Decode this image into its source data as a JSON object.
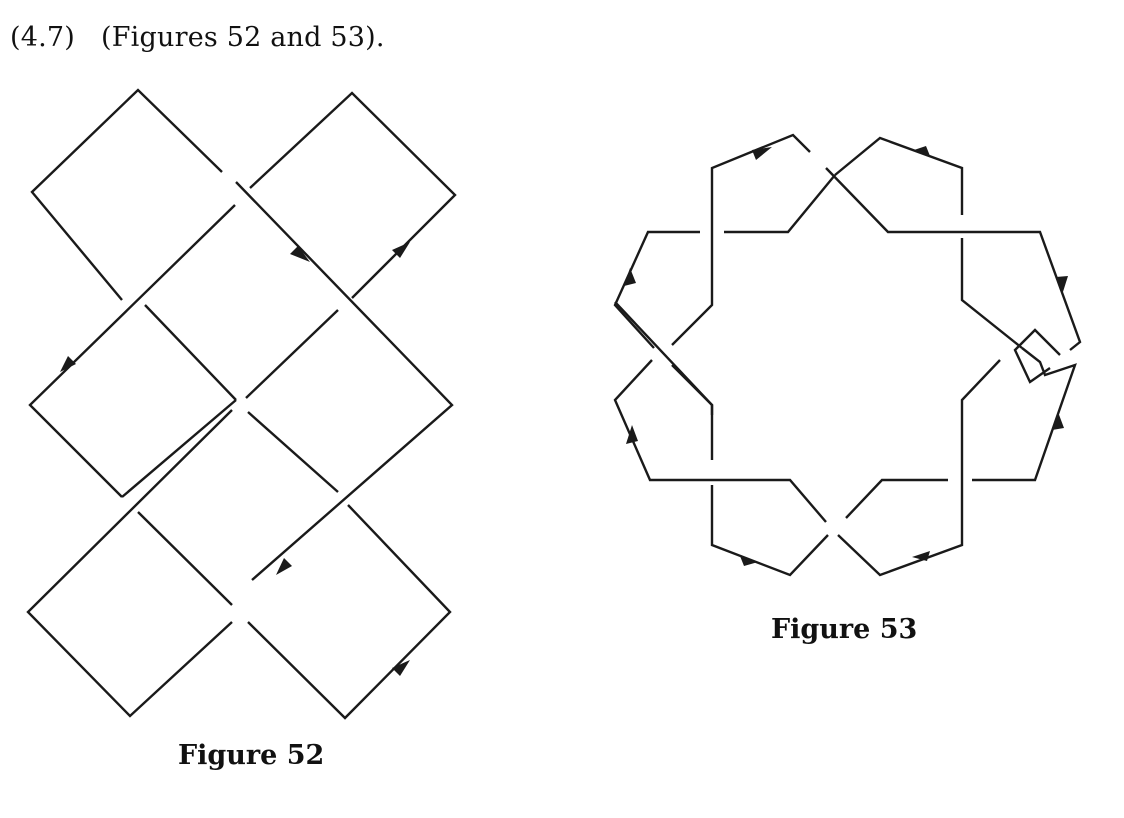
{
  "reference": {
    "equation_number": "(4.7)",
    "text": "(Figures 52 and 53)."
  },
  "figures": [
    {
      "caption": "Figure 52",
      "strand_color": "#1a1a1a"
    },
    {
      "caption": "Figure 53",
      "strand_color": "#1a1a1a"
    }
  ]
}
